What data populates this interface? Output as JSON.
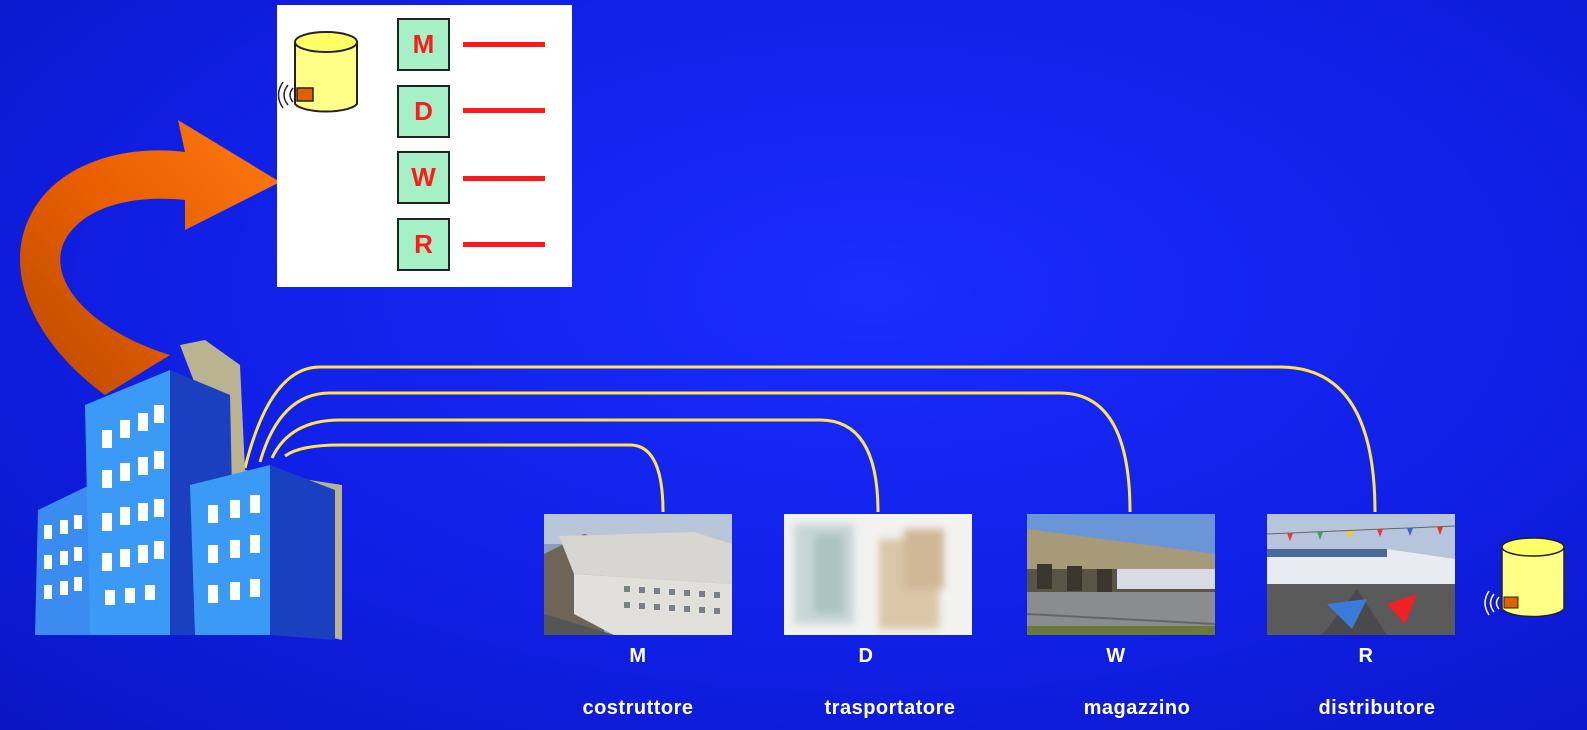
{
  "panel": {
    "items": [
      {
        "code": "M"
      },
      {
        "code": "D"
      },
      {
        "code": "W"
      },
      {
        "code": "R"
      }
    ]
  },
  "nodes": [
    {
      "code": "M",
      "name": "costruttore"
    },
    {
      "code": "D",
      "name": "trasportatore"
    },
    {
      "code": "W",
      "name": "magazzino"
    },
    {
      "code": "R",
      "name": "distributore"
    }
  ],
  "colors": {
    "background": "#1020e6",
    "connector": "#ffe44d",
    "stage_box": "#a6f0c6",
    "stage_text": "#ff1a1a",
    "arrow": "#ff6a00"
  },
  "icons": [
    "database-tag-icon",
    "building-icon",
    "curved-arrow-icon",
    "wireless-icon"
  ]
}
